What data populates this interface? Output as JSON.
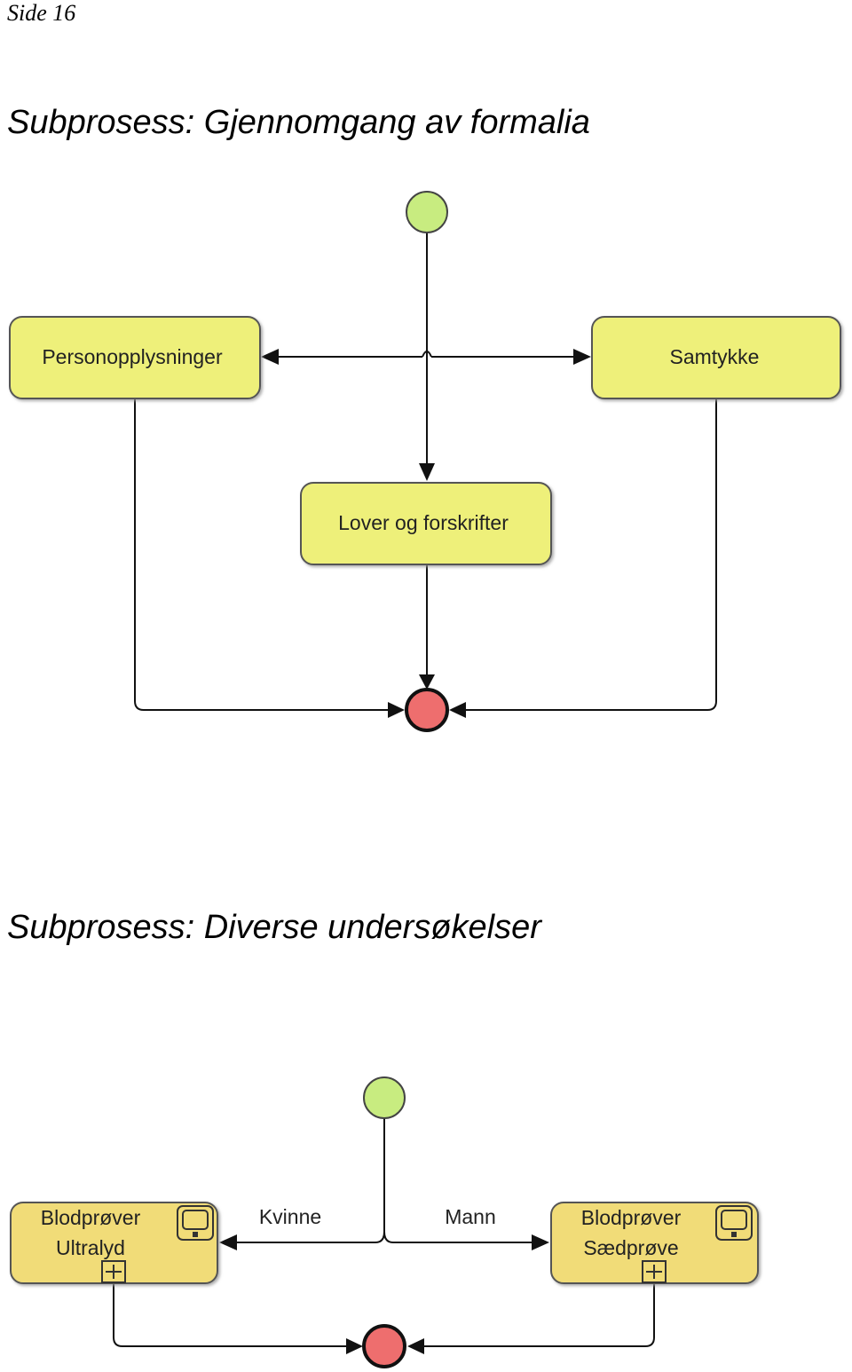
{
  "page_label": "Side 16",
  "diagram1": {
    "title": "Subprosess: Gjennomgang av formalia",
    "tasks": {
      "personopplysninger": "Personopplysninger",
      "samtykke": "Samtykke",
      "lover": "Lover og forskrifter"
    }
  },
  "diagram2": {
    "title": "Subprosess: Diverse undersøkelser",
    "tasks": {
      "left": [
        "Blodprøver",
        "Ultralyd"
      ],
      "right": [
        "Blodprøver",
        "Sædprøve"
      ]
    },
    "edges": {
      "left": "Kvinne",
      "right": "Mann"
    }
  },
  "colors": {
    "start_event": "#c8ec80",
    "end_event": "#ee6e6e",
    "task_fill_1": "#eef07a",
    "task_fill_2": "#f1dc78"
  }
}
